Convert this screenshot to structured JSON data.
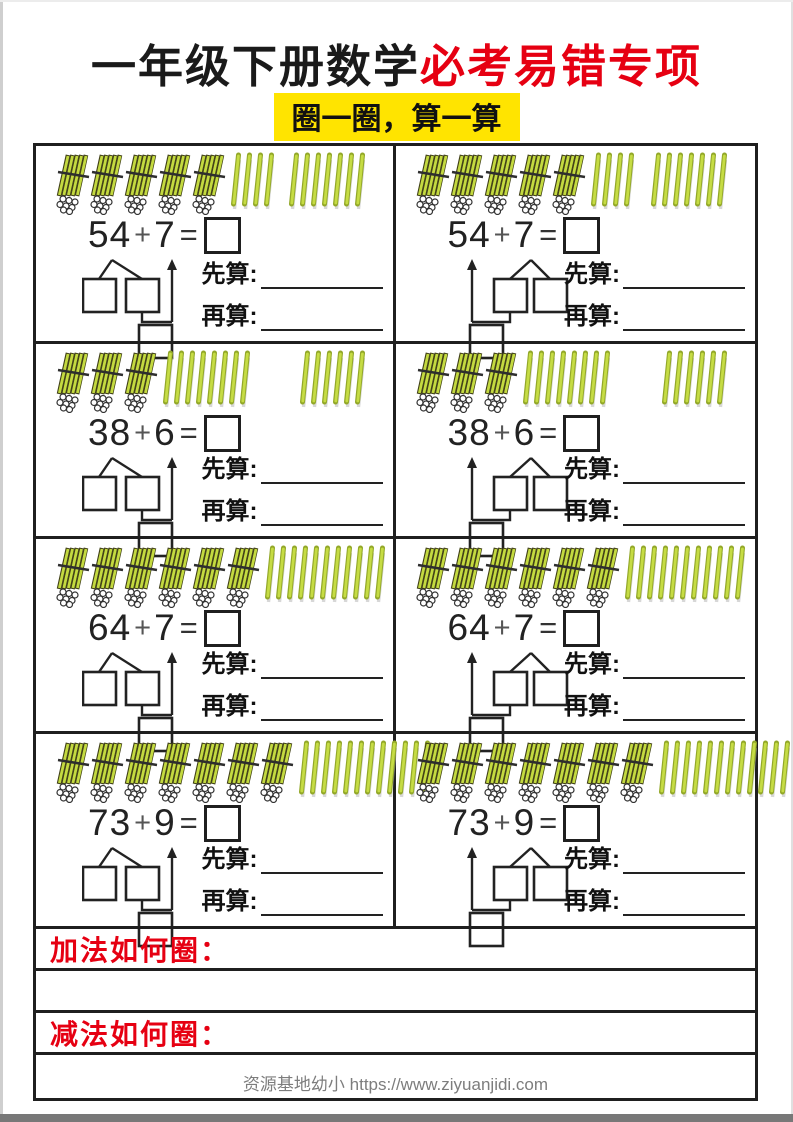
{
  "page": {
    "title_black": "一年级下册数学",
    "title_red": "必考易错专项",
    "subtitle": "圈一圈，算一算",
    "footer": "资源基地幼小 https://www.ziyuanjidi.com"
  },
  "labels": {
    "first_calc": "先算:",
    "then_calc": "再算:"
  },
  "colors": {
    "accent_red": "#e60012",
    "highlight_yellow": "#ffe400",
    "stick_green": "#c4da40",
    "stick_outline": "#3f3f16",
    "footer_gray": "#7d7d7d",
    "border_black": "#1f1f1f"
  },
  "icons": {
    "bundle": "stick-bundle-icon",
    "stick": "single-stick-icon",
    "arrow": "up-arrow-icon"
  },
  "problems": [
    {
      "a": "54",
      "op": "+",
      "b": "7",
      "eq": "=",
      "split": "first",
      "bundles": 5,
      "ones": 4,
      "extra": 7
    },
    {
      "a": "54",
      "op": "+",
      "b": "7",
      "eq": "=",
      "split": "second",
      "bundles": 5,
      "ones": 4,
      "extra": 7
    },
    {
      "a": "38",
      "op": "+",
      "b": "6",
      "eq": "=",
      "split": "first",
      "bundles": 3,
      "ones": 8,
      "extra": 6
    },
    {
      "a": "38",
      "op": "+",
      "b": "6",
      "eq": "=",
      "split": "second",
      "bundles": 3,
      "ones": 8,
      "extra": 6
    },
    {
      "a": "64",
      "op": "+",
      "b": "7",
      "eq": "=",
      "split": "first",
      "bundles": 6,
      "ones": 4,
      "extra": 7
    },
    {
      "a": "64",
      "op": "+",
      "b": "7",
      "eq": "=",
      "split": "second",
      "bundles": 6,
      "ones": 4,
      "extra": 7
    },
    {
      "a": "73",
      "op": "+",
      "b": "9",
      "eq": "=",
      "split": "first",
      "bundles": 7,
      "ones": 3,
      "extra": 9
    },
    {
      "a": "73",
      "op": "+",
      "b": "9",
      "eq": "=",
      "split": "second",
      "bundles": 7,
      "ones": 3,
      "extra": 9
    }
  ],
  "bottom": {
    "add_label": "加法如何圈：",
    "sub_label": "减法如何圈："
  }
}
